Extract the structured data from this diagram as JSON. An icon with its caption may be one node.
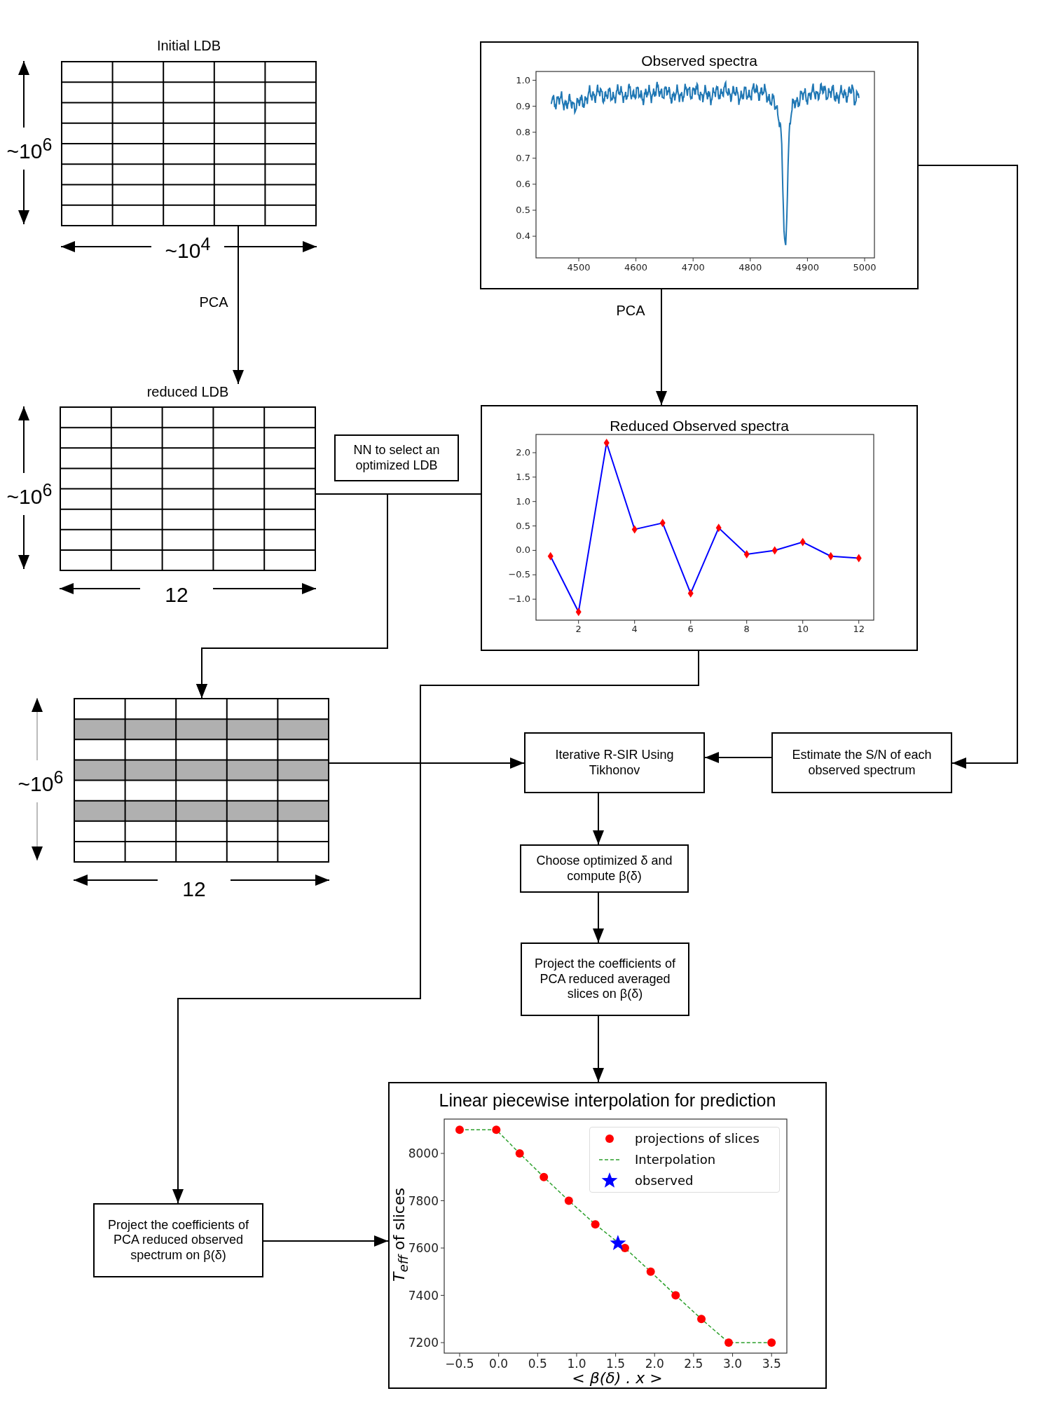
{
  "diagram": {
    "nodes": [
      {
        "text": [
          "Initial LDB"
        ]
      },
      {
        "text": [
          "reduced LDB"
        ]
      },
      {
        "text": [],
        "shape": "grid"
      },
      {
        "text": [
          "Observed spectra"
        ]
      },
      {
        "text": [
          "Reduced Observed spectra"
        ]
      },
      {
        "text": [
          "NN to select an optimized LDB"
        ]
      },
      {
        "text": [
          "Iterative R-SIR Using Tikhonov"
        ]
      },
      {
        "text": [
          "Estimate the S/N of each observed spectrum"
        ]
      },
      {
        "text": [
          "Choose optimized δ and compute β(δ)"
        ]
      },
      {
        "text": [
          "Project the coefficients of PCA reduced averaged slices on β(δ)"
        ]
      },
      {
        "text": [
          "Linear piecewise interpolation for prediction"
        ]
      },
      {
        "text": [
          "Project the coefficients of PCA reduced observed spectrum on β(δ)"
        ]
      }
    ],
    "edges": [
      {
        "from": 0,
        "to": 1,
        "arrow": "to",
        "label": "PCA"
      },
      {
        "from": 3,
        "to": 4,
        "arrow": "to",
        "label": "PCA"
      },
      {
        "from": 1,
        "to": 2,
        "arrow": "to"
      },
      {
        "from": 4,
        "to": 2,
        "arrow": "to"
      },
      {
        "from": 2,
        "to": 6,
        "arrow": "to"
      },
      {
        "from": 7,
        "to": 6,
        "arrow": "to"
      },
      {
        "from": 3,
        "to": 7,
        "arrow": "to"
      },
      {
        "from": 6,
        "to": 8,
        "arrow": "to"
      },
      {
        "from": 8,
        "to": 9,
        "arrow": "to"
      },
      {
        "from": 9,
        "to": 10,
        "arrow": "to"
      },
      {
        "from": 4,
        "to": 11,
        "arrow": "to"
      },
      {
        "from": 11,
        "to": 10,
        "arrow": "to"
      }
    ],
    "labels": [
      "~10$^{6}$",
      "~10$^{4}$",
      "1.0",
      "0.9",
      "0.8",
      "0.7",
      "0.6",
      "0.5",
      "0.4",
      "4500",
      "4600",
      "4700",
      "4800",
      "4900",
      "5000",
      "~10$^{6}$",
      "12",
      "2.0",
      "1.5",
      "1.0",
      "0.5",
      "0.0",
      "−0.5",
      "−1.0",
      "2",
      "4",
      "6",
      "8",
      "10",
      "12",
      "~10$^{6}$",
      "12",
      "8000",
      "7800",
      "7600",
      "7400",
      "7200",
      "*T*$_{eff}$ of slices",
      "−0.5",
      "0.0",
      "0.5",
      "1.0",
      "1.5",
      "2.0",
      "2.5",
      "3.0",
      "3.5",
      "< β(δ) . x >"
    ],
    "legend": [
      {
        "text": "projections of slices"
      },
      {
        "text": "Interpolation"
      },
      {
        "text": "observed"
      }
    ]
  }
}
